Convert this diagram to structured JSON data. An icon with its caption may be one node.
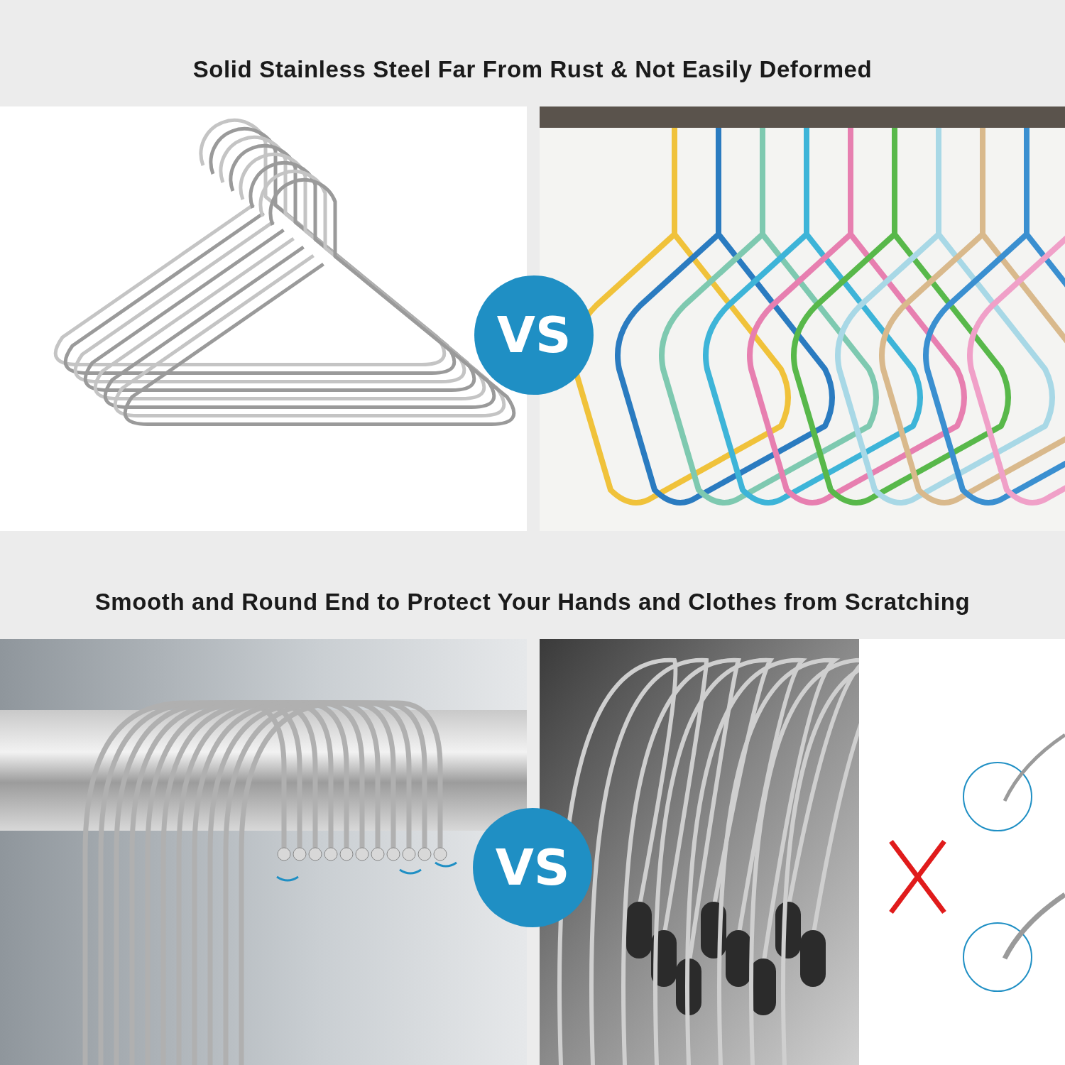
{
  "diagram": {
    "nodes": [
      {
        "text": [
          "VS"
        ]
      },
      {
        "text": [
          "VS"
        ]
      }
    ],
    "labels": [
      "Solid Stainless Steel Far From Rust & Not Easily Deformed",
      "Smooth and Round End to Protect Your Hands and Clothes from Scratching"
    ]
  }
}
